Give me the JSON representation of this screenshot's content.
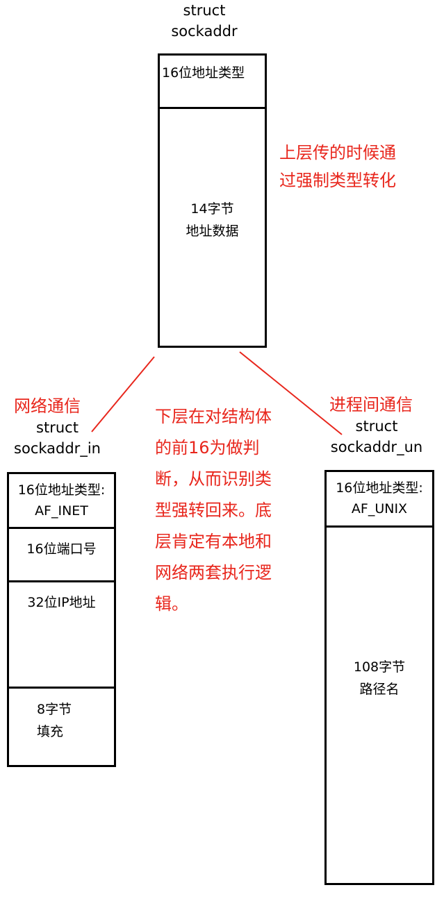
{
  "top": {
    "title_line1": "struct",
    "title_line2": "sockaddr",
    "cell1": "16位地址类型",
    "cell2_line1": "14字节",
    "cell2_line2": "地址数据"
  },
  "note_top": {
    "line1": "上层传的时候通",
    "line2": "过强制类型转化"
  },
  "left": {
    "caption": "网络通信",
    "title_line1": "struct",
    "title_line2": "sockaddr_in",
    "cell1_line1": "16位地址类型:",
    "cell1_line2": "AF_INET",
    "cell2": "16位端口号",
    "cell3": "32位IP地址",
    "cell4_line1": "8字节",
    "cell4_line2": "填充"
  },
  "right": {
    "caption": "进程间通信",
    "title_line1": "struct",
    "title_line2": "sockaddr_un",
    "cell1_line1": "16位地址类型:",
    "cell1_line2": "AF_UNIX",
    "cell2_line1": "108字节",
    "cell2_line2": "路径名"
  },
  "note_middle": {
    "lines": [
      "下层在对结构体",
      "的前16为做判",
      "断，从而识别类",
      "型强转回来。底",
      "层肯定有本地和",
      "网络两套执行逻",
      "辑。"
    ]
  },
  "colors": {
    "annotation": "#e8261c",
    "border": "#000000"
  }
}
